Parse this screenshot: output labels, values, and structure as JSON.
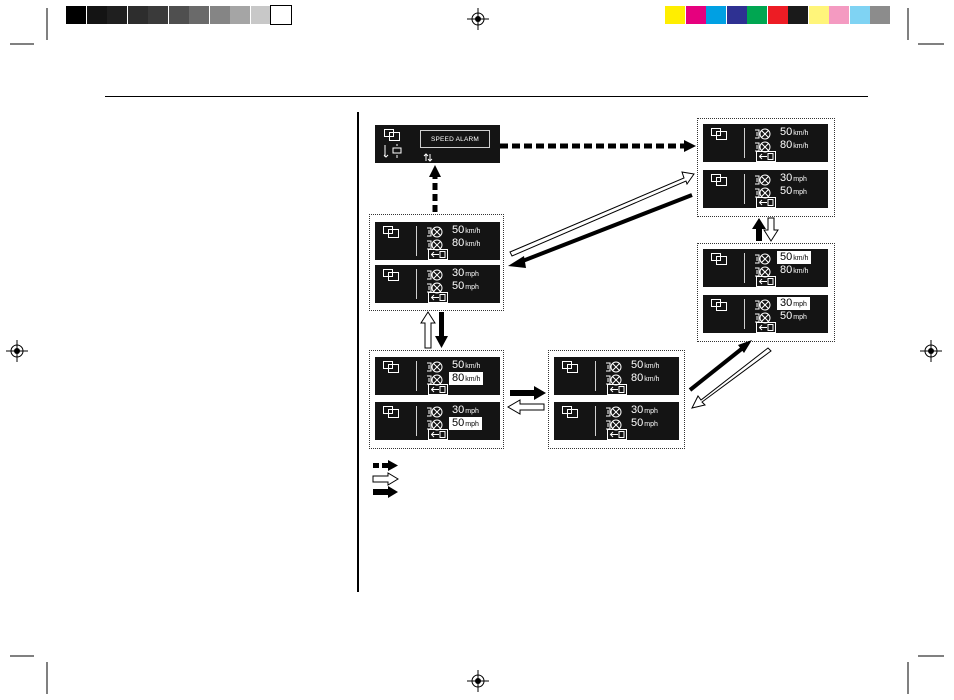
{
  "color_bar_left": [
    "#000000",
    "#141414",
    "#1f1f1f",
    "#2d2d2d",
    "#3a3a3a",
    "#4f4f4f",
    "#6a6a6a",
    "#858585",
    "#a5a5a5",
    "#c8c8c8",
    "#ffffff"
  ],
  "color_bar_right": [
    "#ffee00",
    "#e6007e",
    "#00a0e3",
    "#2e3192",
    "#00a651",
    "#ed1c24",
    "#1a1a1a",
    "#fff57a",
    "#f49ac1",
    "#7fd3f3",
    "#8c8c8c"
  ],
  "alarm_label": "SPEED ALARM",
  "units": {
    "kmh": "km/h",
    "mph": "mph"
  },
  "values": {
    "kmh_1": "50",
    "kmh_2": "80",
    "mph_1": "30",
    "mph_2": "50"
  },
  "legend": [
    {
      "icon": "dashed-arrow-icon",
      "label": ""
    },
    {
      "icon": "outline-arrow-icon",
      "label": ""
    },
    {
      "icon": "solid-arrow-icon",
      "label": ""
    }
  ]
}
